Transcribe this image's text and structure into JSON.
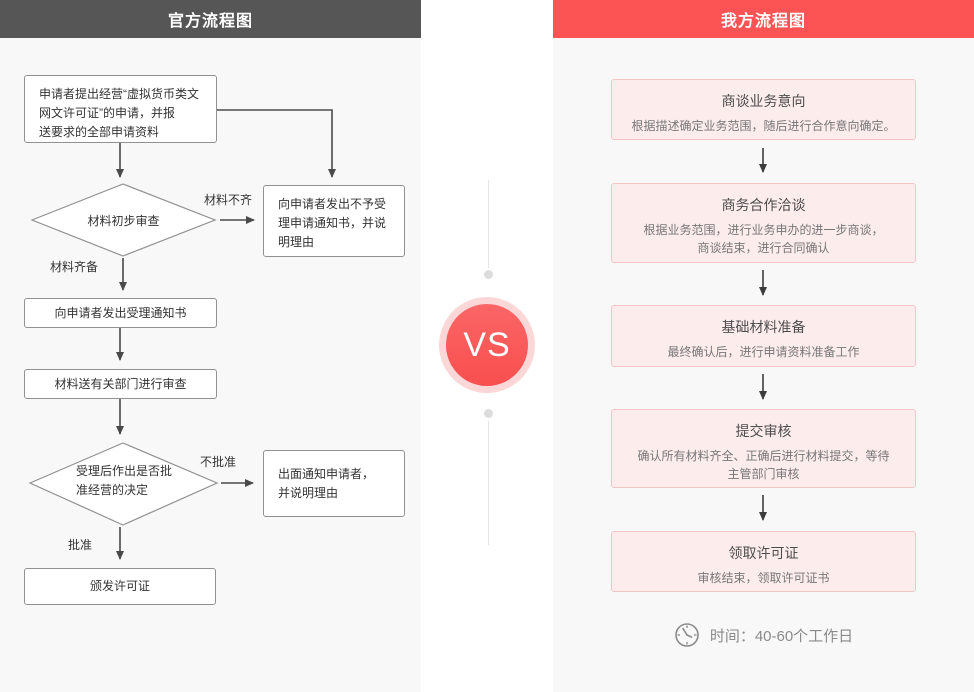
{
  "left": {
    "header": "官方流程图",
    "nodes": {
      "apply": "申请者提出经营“虚拟货币类文\n网文许可证”的申请，并报\n送要求的全部申请资料",
      "initial_review": "材料初步审查",
      "reject_notice": "向申请者发出不予受\n理申请通知书，并说\n明理由",
      "accept_notice": "向申请者发出受理通知书",
      "send_review": "材料送有关部门进行审查",
      "decision": "受理后作出是否批\n准经营的决定",
      "notify_reject": "出面通知申请者，\n并说明理由",
      "issue_license": "颁发许可证"
    },
    "edge_labels": {
      "incomplete": "材料不齐",
      "complete": "材料齐备",
      "not_approved": "不批准",
      "approved": "批准"
    }
  },
  "vs": {
    "label": "VS"
  },
  "right": {
    "header": "我方流程图",
    "steps": [
      {
        "title": "商谈业务意向",
        "desc": "根据描述确定业务范围，随后进行合作意向确定。"
      },
      {
        "title": "商务合作洽谈",
        "desc": "根据业务范围，进行业务申办的进一步商谈，\n商谈结束，进行合同确认"
      },
      {
        "title": "基础材料准备",
        "desc": "最终确认后，进行申请资料准备工作"
      },
      {
        "title": "提交审核",
        "desc": "确认所有材料齐全、正确后进行材料提交，等待\n主管部门审核"
      },
      {
        "title": "领取许可证",
        "desc": "审核结束，领取许可证书"
      }
    ],
    "time_note": "时间：40-60个工作日",
    "icons": {
      "time": "clock-icon"
    }
  },
  "colors": {
    "header_dark": "#565656",
    "header_red": "#fc5355",
    "panel_bg": "#f8f8f8",
    "pink_box_bg": "#fdecec",
    "pink_box_border": "#f3c6c6",
    "vs_red": "#f95555",
    "vs_ring": "#fcd7d7",
    "flow_border": "#919191",
    "arrow": "#4a4a4a"
  }
}
